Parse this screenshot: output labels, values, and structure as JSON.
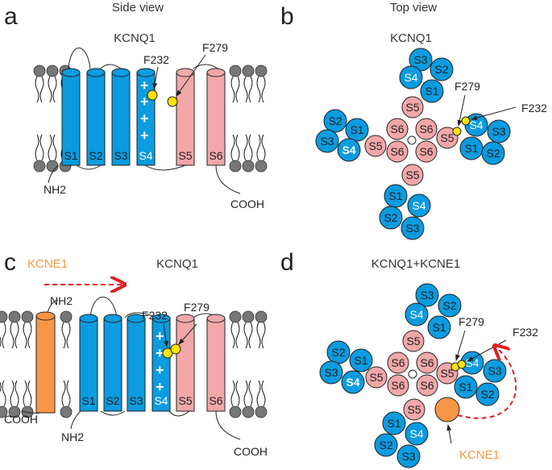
{
  "panels": {
    "a": {
      "letter": "a",
      "heading": "Side view",
      "protein": "KCNQ1",
      "residues": [
        "F232",
        "F279"
      ],
      "segments": [
        "S1",
        "S2",
        "S3",
        "S4",
        "S5",
        "S6"
      ],
      "n_terminus": "NH2",
      "c_terminus": "COOH"
    },
    "b": {
      "letter": "b",
      "heading": "Top view",
      "protein": "KCNQ1",
      "residues": [
        "F279",
        "F232"
      ]
    },
    "c": {
      "letter": "c",
      "protein": "KCNQ1",
      "accessory": "KCNE1",
      "residues": [
        "F232",
        "F279"
      ],
      "segments": [
        "S1",
        "S2",
        "S3",
        "S4",
        "S5",
        "S6"
      ],
      "n_terminus": "NH2",
      "c_terminus": "COOH"
    },
    "d": {
      "letter": "d",
      "heading": "KCNQ1+KCNE1",
      "accessory": "KCNE1",
      "residues": [
        "F279",
        "F232"
      ]
    }
  },
  "colors": {
    "vsd": "#0a9be0",
    "pore": "#f2a7a9",
    "residue": "#ffe400",
    "kcne1": "#f79646",
    "arrow": "#e02020",
    "lipid": "#777777"
  }
}
